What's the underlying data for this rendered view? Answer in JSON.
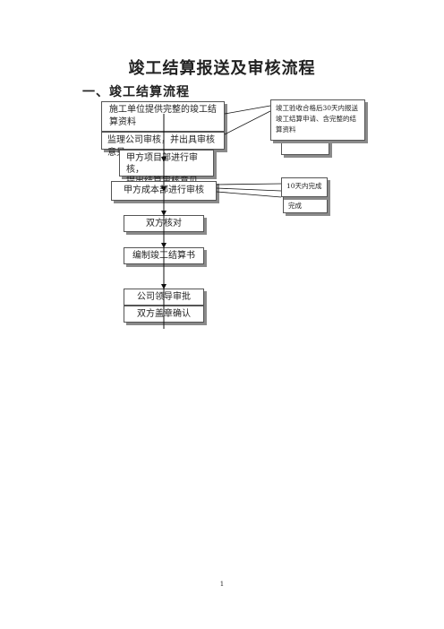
{
  "document": {
    "title": "竣工结算报送及审核流程",
    "section": "一、竣工结算流程",
    "page_number": "1"
  },
  "flow": {
    "step1": "施工单位提供完整的竣工结算资料",
    "step2": "监理公司审核，并出具审核意见",
    "step3_line1": "甲方项目部进行审核，",
    "step3_line2": "提出结算审核意见",
    "step4": "甲方成本部进行审核",
    "step5": "双方核对",
    "step6": "编制竣工结算书",
    "step7": "公司领导审批",
    "step8": "双方盖章确认"
  },
  "notes": {
    "note1": "竣工验收合格后30天内报送竣工结算申请、含完整的结算资料",
    "note2": "10天内完成",
    "note2_back": "完成"
  }
}
